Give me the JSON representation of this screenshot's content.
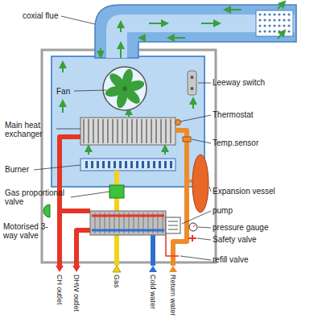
{
  "diagram": {
    "labels": [
      "coxial flue",
      "Fan",
      "Leeway switch",
      "Main heat exchanger",
      "Thermostat",
      "Temp.sensor",
      "Burner",
      "Expansion vessel",
      "Gas proportional valve",
      "pump",
      "Motorised 3-way valve",
      "pressure gauge",
      "Safety valve",
      "refill valve",
      "CH outlet",
      "DHW outlet",
      "Gas",
      "Cold water",
      "Return water"
    ]
  }
}
